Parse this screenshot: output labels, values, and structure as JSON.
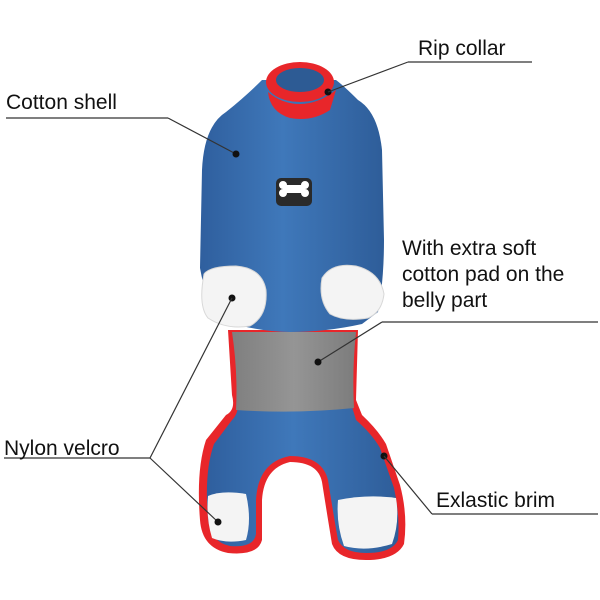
{
  "callouts": {
    "rip_collar": "Rip collar",
    "cotton_shell": "Cotton shell",
    "soft_pad": [
      "With extra soft",
      "cotton pad on the",
      "belly part"
    ],
    "nylon_velcro": "Nylon velcro",
    "elastic_brim": "Exlastic brim"
  },
  "colors": {
    "shell_blue": "#3a6fb0",
    "shell_blue_dark": "#2d5b94",
    "trim_red": "#e8262a",
    "belly_gray": "#8a8a8a",
    "velcro_white": "#f4f4f4",
    "leader_line": "#333333",
    "background": "#ffffff"
  },
  "icons": {
    "badge": "bone-badge-icon"
  }
}
